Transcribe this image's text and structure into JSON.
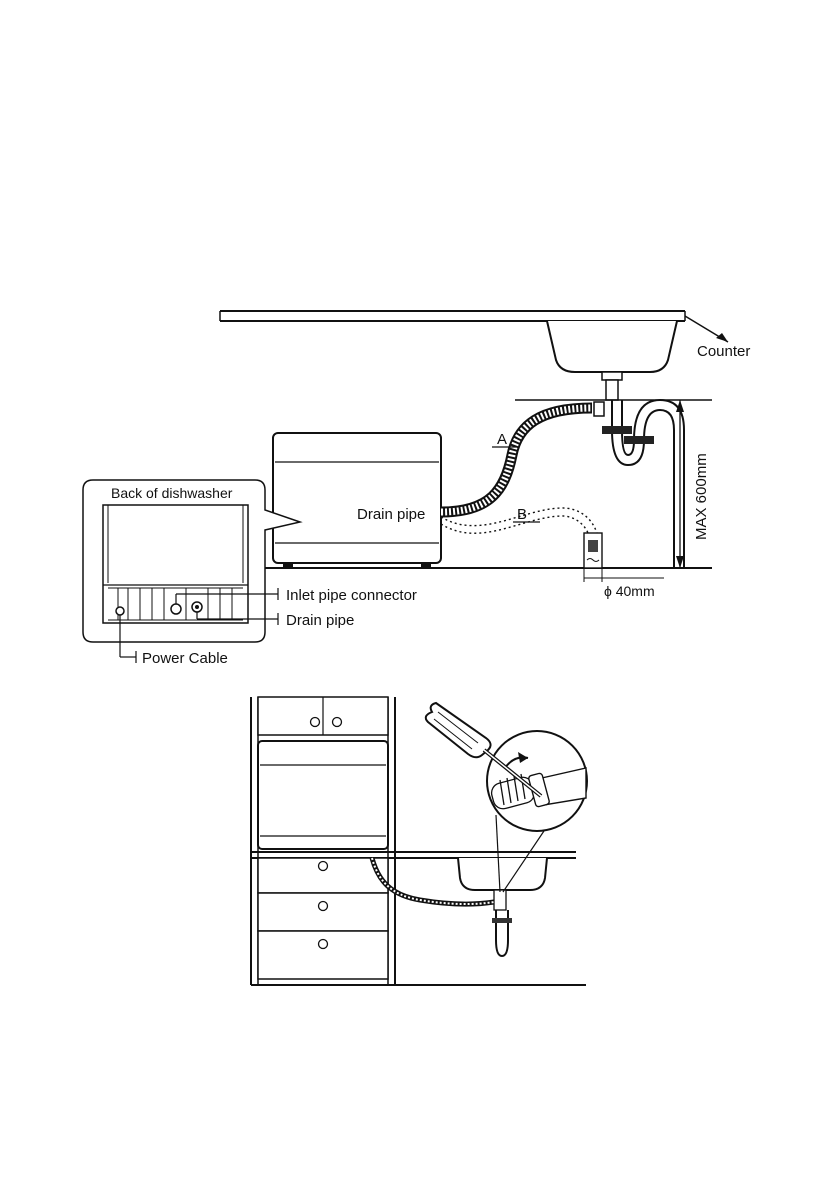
{
  "labels": {
    "counter": "Counter",
    "back_of_dishwasher": "Back of dishwasher",
    "drain_pipe_main": "Drain pipe",
    "inlet_pipe_connector": "Inlet pipe connector",
    "drain_pipe_back": "Drain pipe",
    "power_cable": "Power Cable",
    "hose_a": "A",
    "hose_b": "B",
    "max_height": "MAX 600mm",
    "diameter": "ϕ 40mm"
  }
}
